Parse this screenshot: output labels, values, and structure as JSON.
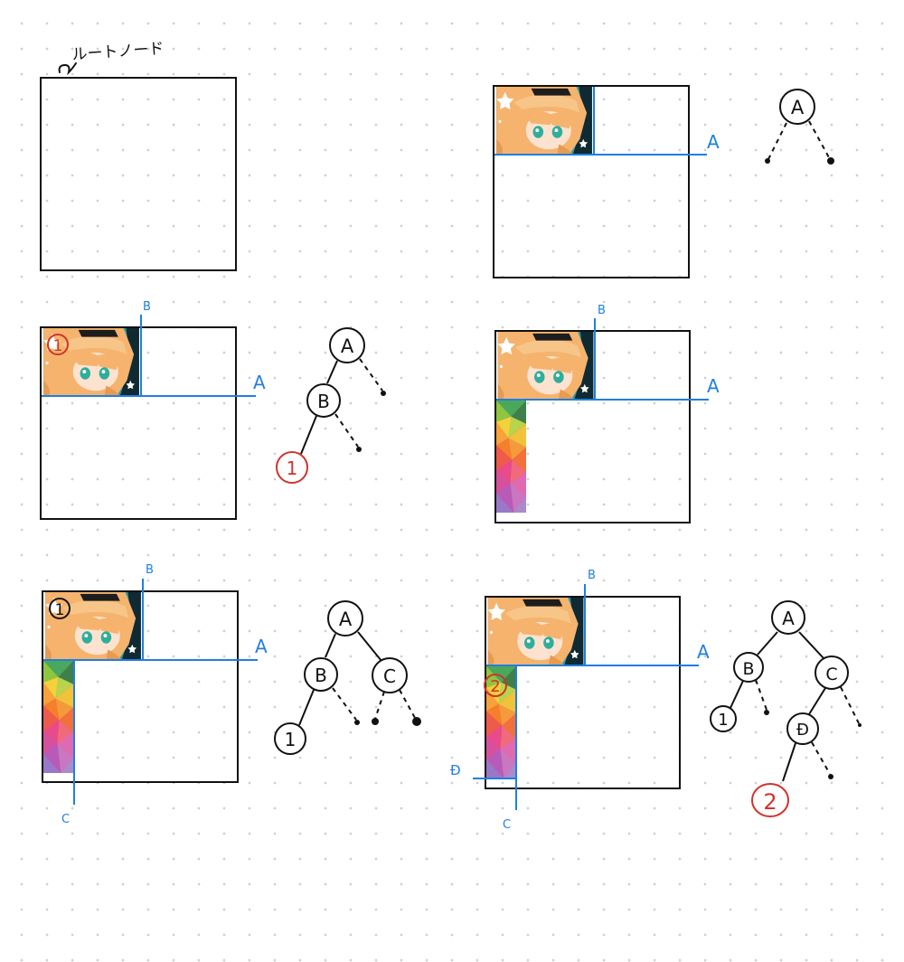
{
  "note": {
    "root_label": "ルートノード"
  },
  "labels": {
    "a": "A",
    "b": "B",
    "c": "C",
    "d": "Đ"
  },
  "tree": {
    "node_a": "A",
    "node_b": "B",
    "node_c": "C",
    "node_d": "Đ",
    "item_1": "1",
    "item_2": "2"
  },
  "colors": {
    "split_line": "#1f7fe0",
    "box_border": "#111111",
    "new_item": "#d0342c",
    "ink": "#111111",
    "grid_dot": "#cfcfcf"
  },
  "images": {
    "image_1": "anime-girl-portrait",
    "image_2": "rainbow-polygon-strip"
  }
}
